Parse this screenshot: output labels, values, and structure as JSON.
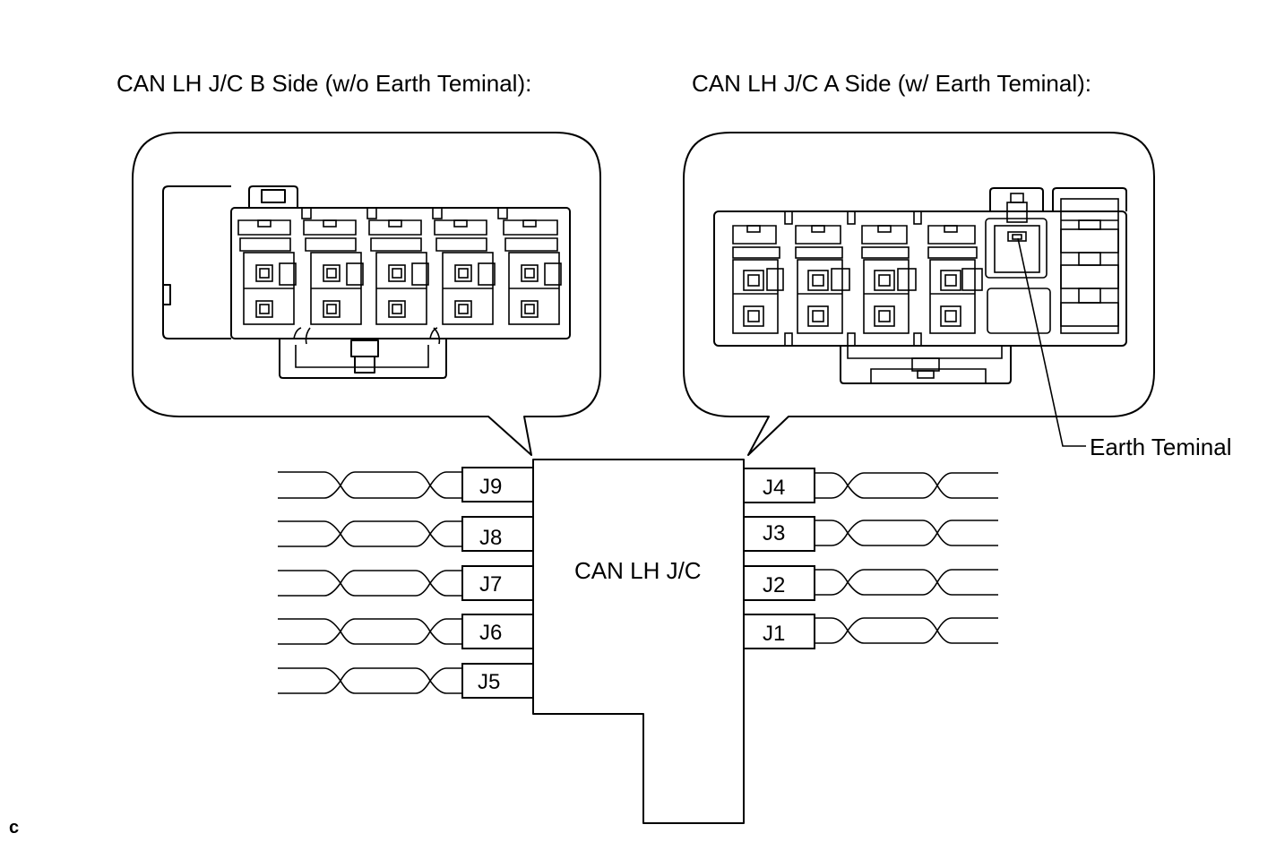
{
  "titles": {
    "b_side": "CAN LH J/C B Side (w/o Earth Teminal):",
    "a_side": "CAN LH J/C A Side (w/ Earth Teminal):"
  },
  "junction_label": "CAN LH J/C",
  "earth_label": "Earth Teminal",
  "corner_mark": "C",
  "left_pins": [
    "J9",
    "J8",
    "J7",
    "J6",
    "J5"
  ],
  "right_pins": [
    "J4",
    "J3",
    "J2",
    "J1"
  ]
}
